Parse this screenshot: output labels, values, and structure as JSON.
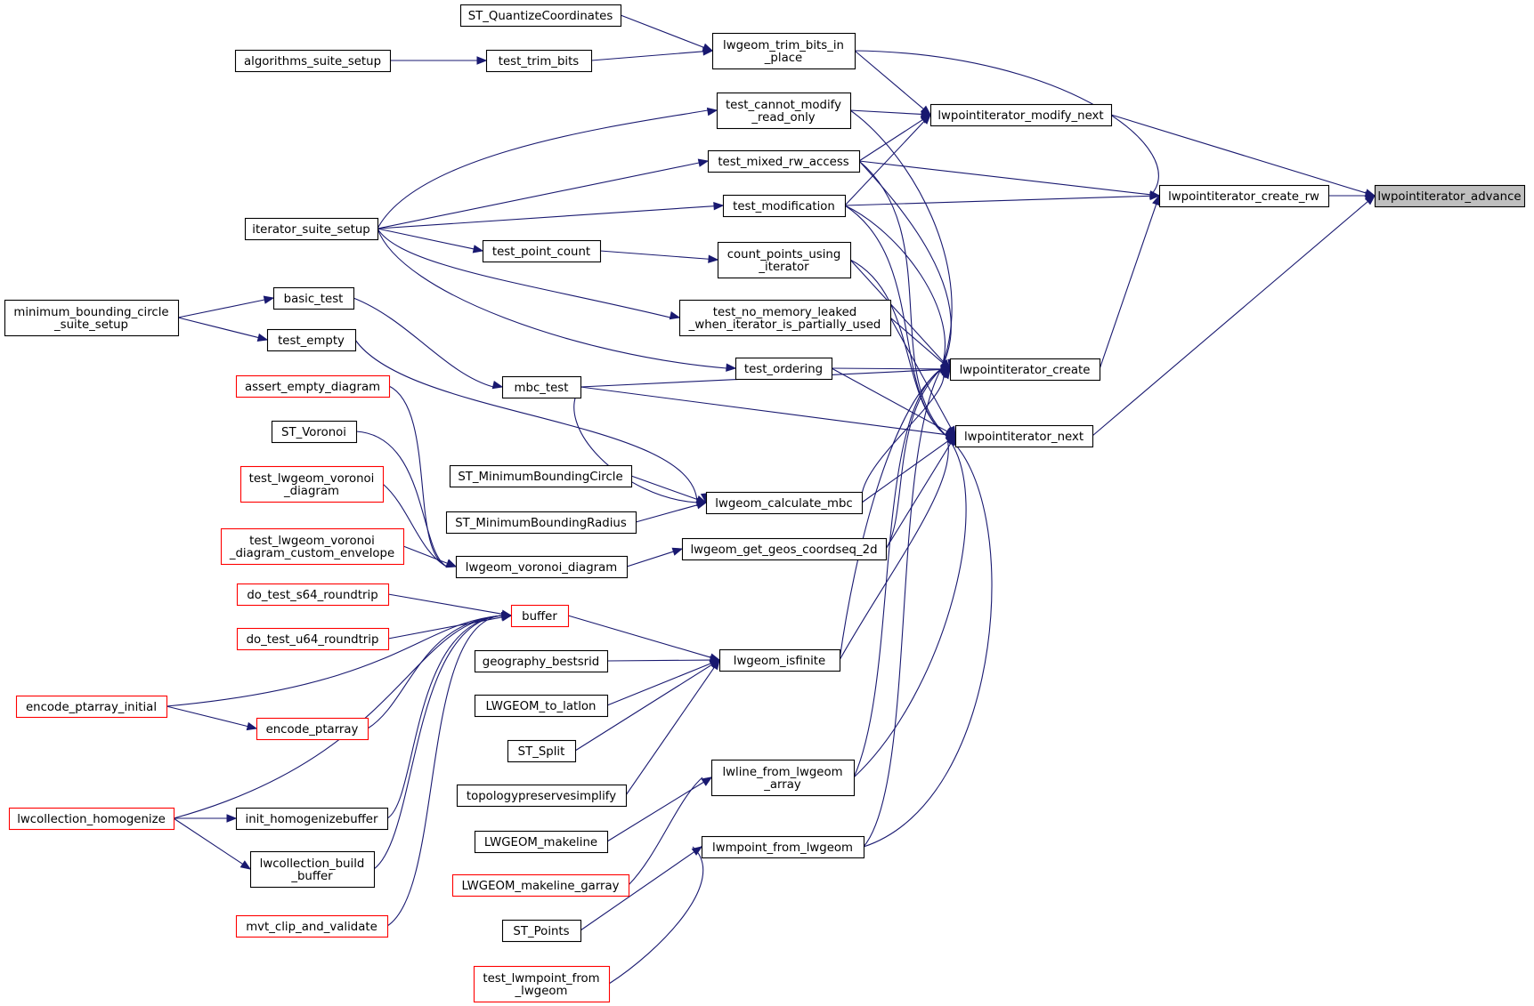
{
  "colors": {
    "edge": "#191970",
    "node_border": "#000000",
    "node_border_truncated": "#ff0000",
    "node_fill": "#ffffff",
    "focus_fill": "#bfbfbf",
    "text": "#000000"
  },
  "nodes": {
    "lwpointiterator_advance": {
      "lines": [
        "lwpointiterator_advance"
      ],
      "focus": true
    },
    "lwpointiterator_create_rw": {
      "lines": [
        "lwpointiterator_create_rw"
      ]
    },
    "lwpointiterator_create": {
      "lines": [
        "lwpointiterator_create"
      ]
    },
    "lwpointiterator_next": {
      "lines": [
        "lwpointiterator_next"
      ]
    },
    "lwpointiterator_modify_next": {
      "lines": [
        "lwpointiterator_modify_next"
      ]
    },
    "lwgeom_trim_bits_in_place": {
      "lines": [
        "lwgeom_trim_bits_in",
        "_place"
      ]
    },
    "ST_QuantizeCoordinates": {
      "lines": [
        "ST_QuantizeCoordinates"
      ]
    },
    "test_trim_bits": {
      "lines": [
        "test_trim_bits"
      ]
    },
    "algorithms_suite_setup": {
      "lines": [
        "algorithms_suite_setup"
      ]
    },
    "test_cannot_modify_read_only": {
      "lines": [
        "test_cannot_modify",
        "_read_only"
      ]
    },
    "test_mixed_rw_access": {
      "lines": [
        "test_mixed_rw_access"
      ]
    },
    "test_modification": {
      "lines": [
        "test_modification"
      ]
    },
    "iterator_suite_setup": {
      "lines": [
        "iterator_suite_setup"
      ]
    },
    "test_point_count": {
      "lines": [
        "test_point_count"
      ]
    },
    "count_points_using_iterator": {
      "lines": [
        "count_points_using",
        "_iterator"
      ]
    },
    "test_no_memory_leaked": {
      "lines": [
        "test_no_memory_leaked",
        "_when_iterator_is_partially_used"
      ]
    },
    "basic_test": {
      "lines": [
        "basic_test"
      ]
    },
    "minimum_bounding_circle_suite_setup": {
      "lines": [
        "minimum_bounding_circle",
        "_suite_setup"
      ]
    },
    "test_empty": {
      "lines": [
        "test_empty"
      ]
    },
    "test_ordering": {
      "lines": [
        "test_ordering"
      ]
    },
    "mbc_test": {
      "lines": [
        "mbc_test"
      ]
    },
    "assert_empty_diagram": {
      "lines": [
        "assert_empty_diagram"
      ],
      "truncated": true
    },
    "ST_Voronoi": {
      "lines": [
        "ST_Voronoi"
      ]
    },
    "test_lwgeom_voronoi_diagram": {
      "lines": [
        "test_lwgeom_voronoi",
        "_diagram"
      ],
      "truncated": true
    },
    "test_lwgeom_voronoi_diagram_custom_envelope": {
      "lines": [
        "test_lwgeom_voronoi",
        "_diagram_custom_envelope"
      ],
      "truncated": true
    },
    "ST_MinimumBoundingCircle": {
      "lines": [
        "ST_MinimumBoundingCircle"
      ]
    },
    "ST_MinimumBoundingRadius": {
      "lines": [
        "ST_MinimumBoundingRadius"
      ]
    },
    "lwgeom_calculate_mbc": {
      "lines": [
        "lwgeom_calculate_mbc"
      ]
    },
    "lwgeom_voronoi_diagram": {
      "lines": [
        "lwgeom_voronoi_diagram"
      ]
    },
    "lwgeom_get_geos_coordseq_2d": {
      "lines": [
        "lwgeom_get_geos_coordseq_2d"
      ]
    },
    "do_test_s64_roundtrip": {
      "lines": [
        "do_test_s64_roundtrip"
      ],
      "truncated": true
    },
    "do_test_u64_roundtrip": {
      "lines": [
        "do_test_u64_roundtrip"
      ],
      "truncated": true
    },
    "buffer": {
      "lines": [
        "buffer"
      ],
      "truncated": true
    },
    "encode_ptarray_initial": {
      "lines": [
        "encode_ptarray_initial"
      ],
      "truncated": true
    },
    "encode_ptarray": {
      "lines": [
        "encode_ptarray"
      ],
      "truncated": true
    },
    "geography_bestsrid": {
      "lines": [
        "geography_bestsrid"
      ]
    },
    "lwgeom_isfinite": {
      "lines": [
        "lwgeom_isfinite"
      ]
    },
    "LWGEOM_to_latlon": {
      "lines": [
        "LWGEOM_to_latlon"
      ]
    },
    "ST_Split": {
      "lines": [
        "ST_Split"
      ]
    },
    "topologypreservesimplify": {
      "lines": [
        "topologypreservesimplify"
      ]
    },
    "lwline_from_lwgeom_array": {
      "lines": [
        "lwline_from_lwgeom",
        "_array"
      ]
    },
    "LWGEOM_makeline": {
      "lines": [
        "LWGEOM_makeline"
      ]
    },
    "LWGEOM_makeline_garray": {
      "lines": [
        "LWGEOM_makeline_garray"
      ],
      "truncated": true
    },
    "lwmpoint_from_lwgeom": {
      "lines": [
        "lwmpoint_from_lwgeom"
      ]
    },
    "ST_Points": {
      "lines": [
        "ST_Points"
      ]
    },
    "test_lwmpoint_from_lwgeom": {
      "lines": [
        "test_lwmpoint_from",
        "_lwgeom"
      ],
      "truncated": true
    },
    "lwcollection_homogenize": {
      "lines": [
        "lwcollection_homogenize"
      ],
      "truncated": true
    },
    "init_homogenizebuffer": {
      "lines": [
        "init_homogenizebuffer"
      ]
    },
    "lwcollection_build_buffer": {
      "lines": [
        "lwcollection_build",
        "_buffer"
      ]
    },
    "mvt_clip_and_validate": {
      "lines": [
        "mvt_clip_and_validate"
      ],
      "truncated": true
    }
  },
  "edges": [
    [
      "lwpointiterator_create_rw",
      "lwpointiterator_advance"
    ],
    [
      "lwpointiterator_modify_next",
      "lwpointiterator_advance"
    ],
    [
      "lwpointiterator_next",
      "lwpointiterator_advance"
    ],
    [
      "lwgeom_trim_bits_in_place",
      "lwpointiterator_create_rw"
    ],
    [
      "test_mixed_rw_access",
      "lwpointiterator_create_rw"
    ],
    [
      "test_modification",
      "lwpointiterator_create_rw"
    ],
    [
      "lwpointiterator_create",
      "lwpointiterator_create_rw"
    ],
    [
      "ST_QuantizeCoordinates",
      "lwgeom_trim_bits_in_place"
    ],
    [
      "test_trim_bits",
      "lwgeom_trim_bits_in_place"
    ],
    [
      "algorithms_suite_setup",
      "test_trim_bits"
    ],
    [
      "lwgeom_trim_bits_in_place",
      "lwpointiterator_modify_next"
    ],
    [
      "test_cannot_modify_read_only",
      "lwpointiterator_modify_next"
    ],
    [
      "test_mixed_rw_access",
      "lwpointiterator_modify_next"
    ],
    [
      "test_modification",
      "lwpointiterator_modify_next"
    ],
    [
      "iterator_suite_setup",
      "test_cannot_modify_read_only"
    ],
    [
      "iterator_suite_setup",
      "test_mixed_rw_access"
    ],
    [
      "iterator_suite_setup",
      "test_modification"
    ],
    [
      "iterator_suite_setup",
      "test_point_count"
    ],
    [
      "test_point_count",
      "count_points_using_iterator"
    ],
    [
      "iterator_suite_setup",
      "test_no_memory_leaked"
    ],
    [
      "iterator_suite_setup",
      "test_ordering"
    ],
    [
      "test_cannot_modify_read_only",
      "lwpointiterator_create"
    ],
    [
      "test_mixed_rw_access",
      "lwpointiterator_create"
    ],
    [
      "test_modification",
      "lwpointiterator_create"
    ],
    [
      "count_points_using_iterator",
      "lwpointiterator_create"
    ],
    [
      "test_no_memory_leaked",
      "lwpointiterator_create"
    ],
    [
      "test_ordering",
      "lwpointiterator_create"
    ],
    [
      "mbc_test",
      "lwpointiterator_create"
    ],
    [
      "lwgeom_calculate_mbc",
      "lwpointiterator_create"
    ],
    [
      "lwgeom_get_geos_coordseq_2d",
      "lwpointiterator_create"
    ],
    [
      "lwgeom_isfinite",
      "lwpointiterator_create"
    ],
    [
      "lwline_from_lwgeom_array",
      "lwpointiterator_create"
    ],
    [
      "lwmpoint_from_lwgeom",
      "lwpointiterator_create"
    ],
    [
      "test_mixed_rw_access",
      "lwpointiterator_next"
    ],
    [
      "test_modification",
      "lwpointiterator_next"
    ],
    [
      "count_points_using_iterator",
      "lwpointiterator_next"
    ],
    [
      "test_no_memory_leaked",
      "lwpointiterator_next"
    ],
    [
      "test_ordering",
      "lwpointiterator_next"
    ],
    [
      "mbc_test",
      "lwpointiterator_next"
    ],
    [
      "lwgeom_calculate_mbc",
      "lwpointiterator_next"
    ],
    [
      "lwgeom_get_geos_coordseq_2d",
      "lwpointiterator_next"
    ],
    [
      "lwgeom_isfinite",
      "lwpointiterator_next"
    ],
    [
      "lwline_from_lwgeom_array",
      "lwpointiterator_next"
    ],
    [
      "lwmpoint_from_lwgeom",
      "lwpointiterator_next"
    ],
    [
      "minimum_bounding_circle_suite_setup",
      "basic_test"
    ],
    [
      "minimum_bounding_circle_suite_setup",
      "test_empty"
    ],
    [
      "basic_test",
      "mbc_test"
    ],
    [
      "mbc_test",
      "lwgeom_calculate_mbc"
    ],
    [
      "test_empty",
      "lwgeom_calculate_mbc"
    ],
    [
      "ST_MinimumBoundingCircle",
      "lwgeom_calculate_mbc"
    ],
    [
      "ST_MinimumBoundingRadius",
      "lwgeom_calculate_mbc"
    ],
    [
      "lwgeom_voronoi_diagram",
      "lwgeom_get_geos_coordseq_2d"
    ],
    [
      "assert_empty_diagram",
      "lwgeom_voronoi_diagram"
    ],
    [
      "ST_Voronoi",
      "lwgeom_voronoi_diagram"
    ],
    [
      "test_lwgeom_voronoi_diagram",
      "lwgeom_voronoi_diagram"
    ],
    [
      "test_lwgeom_voronoi_diagram_custom_envelope",
      "lwgeom_voronoi_diagram"
    ],
    [
      "buffer",
      "lwgeom_isfinite"
    ],
    [
      "geography_bestsrid",
      "lwgeom_isfinite"
    ],
    [
      "LWGEOM_to_latlon",
      "lwgeom_isfinite"
    ],
    [
      "ST_Split",
      "lwgeom_isfinite"
    ],
    [
      "topologypreservesimplify",
      "lwgeom_isfinite"
    ],
    [
      "do_test_s64_roundtrip",
      "buffer"
    ],
    [
      "do_test_u64_roundtrip",
      "buffer"
    ],
    [
      "encode_ptarray_initial",
      "buffer"
    ],
    [
      "encode_ptarray",
      "buffer"
    ],
    [
      "lwcollection_homogenize",
      "buffer"
    ],
    [
      "init_homogenizebuffer",
      "buffer"
    ],
    [
      "lwcollection_build_buffer",
      "buffer"
    ],
    [
      "mvt_clip_and_validate",
      "buffer"
    ],
    [
      "encode_ptarray_initial",
      "encode_ptarray"
    ],
    [
      "lwcollection_homogenize",
      "init_homogenizebuffer"
    ],
    [
      "lwcollection_homogenize",
      "lwcollection_build_buffer"
    ],
    [
      "LWGEOM_makeline",
      "lwline_from_lwgeom_array"
    ],
    [
      "LWGEOM_makeline_garray",
      "lwline_from_lwgeom_array"
    ],
    [
      "ST_Points",
      "lwmpoint_from_lwgeom"
    ],
    [
      "test_lwmpoint_from_lwgeom",
      "lwmpoint_from_lwgeom"
    ]
  ]
}
